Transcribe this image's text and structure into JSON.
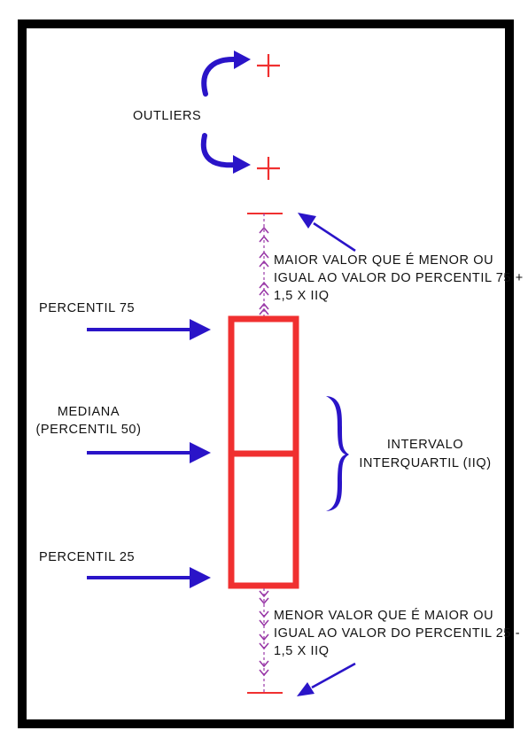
{
  "labels": {
    "outliers": "OUTLIERS",
    "upper_whisker_line1": "MAIOR VALOR QUE É MENOR OU",
    "upper_whisker_line2": "IGUAL AO VALOR DO PERCENTIL 75 +",
    "upper_whisker_line3": "1,5 X IIQ",
    "p75": "PERCENTIL 75",
    "median_line1": "MEDIANA",
    "median_line2": "(PERCENTIL 50)",
    "p25": "PERCENTIL 25",
    "iqr_line1": "INTERVALO",
    "iqr_line2": "INTERQUARTIL (IIQ)",
    "lower_whisker_line1": "MENOR VALOR QUE É MAIOR OU",
    "lower_whisker_line2": "IGUAL AO VALOR DO PERCENTIL 25 -",
    "lower_whisker_line3": "1,5 X IIQ"
  },
  "colors": {
    "box": "#f03030",
    "arrow": "#2a14c8",
    "whisker": "#9a3aa8",
    "frame": "#000000",
    "text": "#111111"
  },
  "icons": {
    "outlier_marker": "plus-icon",
    "whisker_pattern": "chevron-icon"
  }
}
